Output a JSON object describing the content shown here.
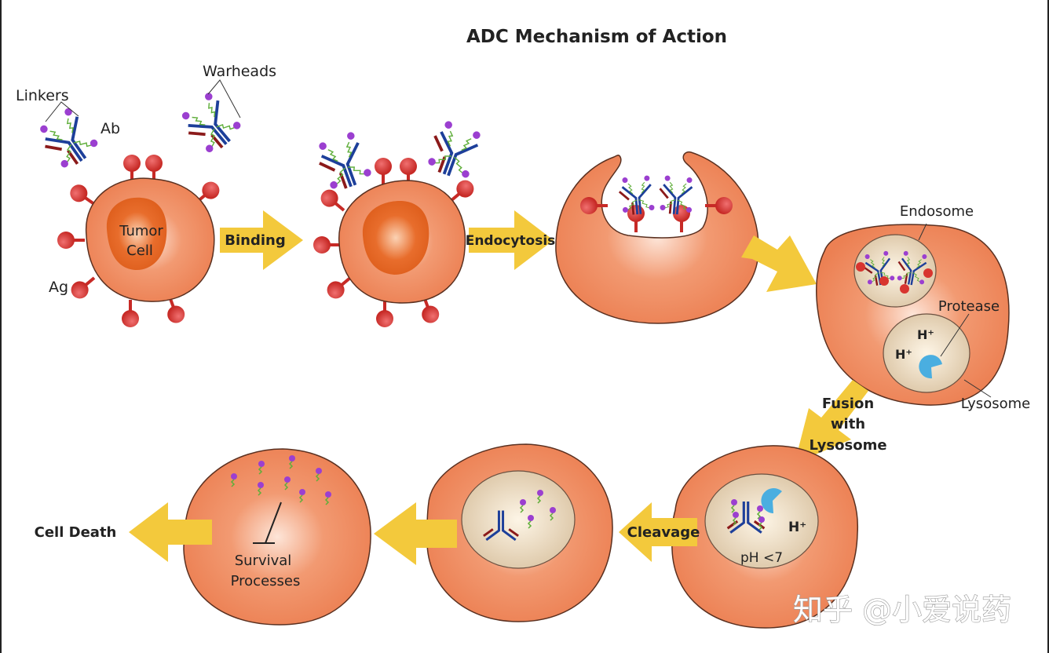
{
  "title": "ADC Mechanism of Action",
  "labels": {
    "linkers": "Linkers",
    "warheads": "Warheads",
    "ab": "Ab",
    "ag": "Ag",
    "tumor_cell_line1": "Tumor",
    "tumor_cell_line2": "Cell",
    "endosome": "Endosome",
    "protease": "Protease",
    "lysosome": "Lysosome",
    "h_plus": "H⁺",
    "ph": "pH <7",
    "survival_line1": "Survival",
    "survival_line2": "Processes"
  },
  "steps": {
    "binding": "Binding",
    "endocytosis": "Endocytosis",
    "fusion_line1": "Fusion",
    "fusion_line2": "with",
    "fusion_line3": "Lysosome",
    "cleavage": "Cleavage",
    "cell_death": "Cell Death"
  },
  "watermark": "知乎 @小爱说药",
  "colors": {
    "cell": "#ef8a5f",
    "cell_outline": "#5a3020",
    "nucleus": "#e0631f",
    "antigen": "#d8352f",
    "antibody_heavy": "#1d3f9a",
    "antibody_light": "#8b1a1a",
    "warhead": "#9b3fd0",
    "linker": "#5fae3a",
    "arrow": "#f3c93c",
    "vesicle": "#e8d6bc",
    "protease": "#4aaee0"
  }
}
